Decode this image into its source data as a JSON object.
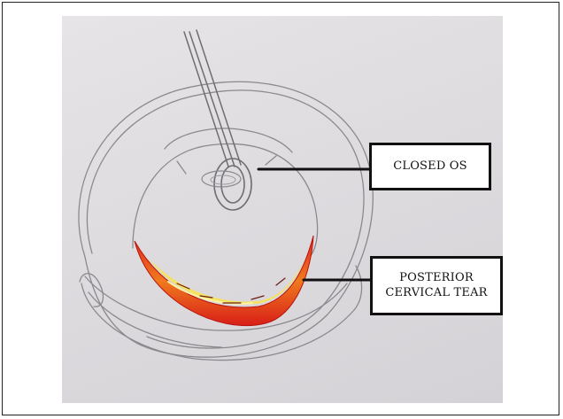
{
  "labels": {
    "closed_os": "CLOSED OS",
    "tear_line1": "POSTERIOR",
    "tear_line2": "CERVICAL TEAR"
  },
  "colors": {
    "tear_red": "#e0241c",
    "tear_orange": "#f59a1c",
    "tear_yellow": "#f8e34a",
    "pencil": "#8a8a8e",
    "paper": "#dedcdf"
  }
}
